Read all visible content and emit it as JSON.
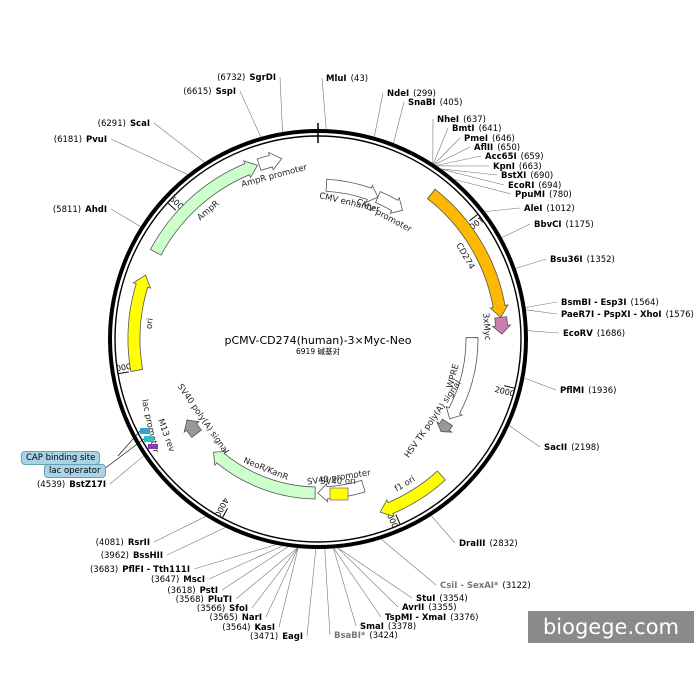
{
  "map": {
    "title": "pCMV-CD274(human)-3×Myc-Neo",
    "subtitle": "6919 碱基对",
    "total_bp": 6919
  },
  "ticks": [
    {
      "bp": 1000,
      "label": "1000"
    },
    {
      "bp": 2000,
      "label": "2000"
    },
    {
      "bp": 3000,
      "label": "3000"
    },
    {
      "bp": 4000,
      "label": "4000"
    },
    {
      "bp": 5000,
      "label": "5000"
    },
    {
      "bp": 6000,
      "label": "6000"
    }
  ],
  "features": [
    {
      "id": "cmv-enhancer",
      "label": "CMV enhancer",
      "start": 60,
      "end": 440,
      "ring": "inner",
      "color": "#ffffff"
    },
    {
      "id": "cmv-promoter",
      "label": "CMV promoter",
      "start": 440,
      "end": 640,
      "ring": "inner",
      "color": "#ffffff"
    },
    {
      "id": "cd274",
      "label": "CD274",
      "start": 730,
      "end": 1600,
      "ring": "outer",
      "color": "#ffb800"
    },
    {
      "id": "3xmyc",
      "label": "3xMyc",
      "start": 1600,
      "end": 1700,
      "ring": "outer",
      "color": "#c880b0"
    },
    {
      "id": "wpre",
      "label": "WPRE",
      "start": 1720,
      "end": 2330,
      "ring": "inner",
      "color": "#ffffff"
    },
    {
      "id": "hsv-tk-polya",
      "label": "HSV TK poly(A) signal",
      "start": 2360,
      "end": 2440,
      "ring": "inner",
      "color": "#999999"
    },
    {
      "id": "f1-ori",
      "label": "f1 ori",
      "start": 2650,
      "end": 3080,
      "ring": "outer",
      "color": "#ffff00"
    },
    {
      "id": "sv40-promoter",
      "label": "SV40 promoter",
      "start": 3130,
      "end": 3460,
      "ring": "inner",
      "color": "#ffffff"
    },
    {
      "id": "neor-kanr",
      "label": "NeoR/KanR",
      "start": 3480,
      "end": 4280,
      "ring": "inner",
      "color": "#ccffcc"
    },
    {
      "id": "sv40-polya",
      "label": "SV40 poly(A) signal",
      "start": 4460,
      "end": 4580,
      "ring": "inner",
      "color": "#999999"
    },
    {
      "id": "ori",
      "label": "ori",
      "start": 5000,
      "end": 5580,
      "ring": "outer",
      "color": "#ffff00"
    },
    {
      "id": "ampr",
      "label": "AmpR",
      "start": 5730,
      "end": 6550,
      "ring": "outer",
      "color": "#ccffcc"
    },
    {
      "id": "ampr-promoter",
      "label": "AmpR promoter",
      "start": 6560,
      "end": 6700,
      "ring": "outer",
      "color": "#ffffff"
    }
  ],
  "inner_labels": [
    {
      "text": "SV40 ori"
    },
    {
      "text": "lac promoter"
    },
    {
      "text": "M13 rev"
    }
  ],
  "sites": [
    {
      "name": "MluI",
      "pos": "(43)",
      "side": "right"
    },
    {
      "name": "NdeI",
      "pos": "(299)",
      "side": "right"
    },
    {
      "name": "SnaBI",
      "pos": "(405)",
      "side": "right"
    },
    {
      "name": "NheI",
      "pos": "(637)",
      "side": "right"
    },
    {
      "name": "BmtI",
      "pos": "(641)",
      "side": "right"
    },
    {
      "name": "PmeI",
      "pos": "(646)",
      "side": "right"
    },
    {
      "name": "AflII",
      "pos": "(650)",
      "side": "right"
    },
    {
      "name": "Acc65I",
      "pos": "(659)",
      "side": "right"
    },
    {
      "name": "KpnI",
      "pos": "(663)",
      "side": "right"
    },
    {
      "name": "BstXI",
      "pos": "(690)",
      "side": "right"
    },
    {
      "name": "EcoRI",
      "pos": "(694)",
      "side": "right"
    },
    {
      "name": "PpuMI",
      "pos": "(780)",
      "side": "right"
    },
    {
      "name": "AleI",
      "pos": "(1012)",
      "side": "right"
    },
    {
      "name": "BbvCI",
      "pos": "(1175)",
      "side": "right"
    },
    {
      "name": "Bsu36I",
      "pos": "(1352)",
      "side": "right"
    },
    {
      "name": "BsmBI - Esp3I",
      "pos": "(1564)",
      "side": "right"
    },
    {
      "name": "PaeR7I - PspXI - XhoI",
      "pos": "(1576)",
      "side": "right"
    },
    {
      "name": "EcoRV",
      "pos": "(1686)",
      "side": "right"
    },
    {
      "name": "PflMI",
      "pos": "(1936)",
      "side": "right"
    },
    {
      "name": "SacII",
      "pos": "(2198)",
      "side": "right"
    },
    {
      "name": "DraIII",
      "pos": "(2832)",
      "side": "right"
    },
    {
      "name": "CsiI - SexAI*",
      "pos": "(3122)",
      "side": "right"
    },
    {
      "name": "StuI",
      "pos": "(3354)",
      "side": "right"
    },
    {
      "name": "AvrII",
      "pos": "(3355)",
      "side": "right"
    },
    {
      "name": "TspMI - XmaI",
      "pos": "(3376)",
      "side": "right"
    },
    {
      "name": "SmaI",
      "pos": "(3378)",
      "side": "right"
    },
    {
      "name": "BsaBI*",
      "pos": "(3424)",
      "side": "right"
    },
    {
      "name": "EagI",
      "pos": "(3471)",
      "side": "left"
    },
    {
      "name": "KasI",
      "pos": "(3564)",
      "side": "left"
    },
    {
      "name": "NarI",
      "pos": "(3565)",
      "side": "left"
    },
    {
      "name": "SfoI",
      "pos": "(3566)",
      "side": "left"
    },
    {
      "name": "PluTI",
      "pos": "(3568)",
      "side": "left"
    },
    {
      "name": "PstI",
      "pos": "(3618)",
      "side": "left"
    },
    {
      "name": "MscI",
      "pos": "(3647)",
      "side": "left"
    },
    {
      "name": "PflFI - Tth111I",
      "pos": "(3683)",
      "side": "left"
    },
    {
      "name": "BssHII",
      "pos": "(3962)",
      "side": "left"
    },
    {
      "name": "RsrII",
      "pos": "(4081)",
      "side": "left"
    },
    {
      "name": "BstZ17I",
      "pos": "(4539)",
      "side": "left"
    },
    {
      "name": "AhdI",
      "pos": "(5811)",
      "side": "left"
    },
    {
      "name": "PvuI",
      "pos": "(6181)",
      "side": "left"
    },
    {
      "name": "ScaI",
      "pos": "(6291)",
      "side": "left"
    },
    {
      "name": "SspI",
      "pos": "(6615)",
      "side": "left"
    },
    {
      "name": "SgrDI",
      "pos": "(6732)",
      "side": "left"
    }
  ],
  "side_boxes": [
    {
      "text": "CAP binding site"
    },
    {
      "text": "lac operator"
    }
  ],
  "watermark": "biogege.com"
}
